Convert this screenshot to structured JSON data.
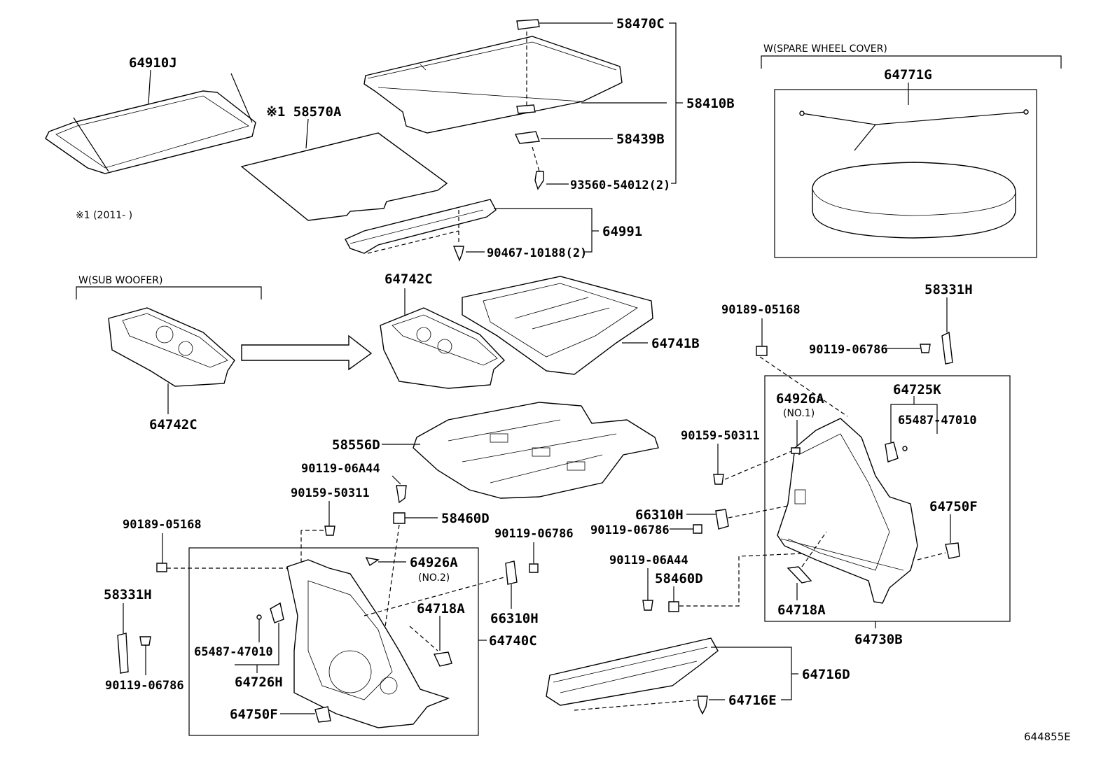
{
  "diagram_id": "644855E",
  "parts": {
    "p64910J": "64910J",
    "p58570A": "※1 58570A",
    "note1": "※1 (2011-      )",
    "p58470C": "58470C",
    "p58410B": "58410B",
    "p58439B": "58439B",
    "p93560": "93560-54012(2)",
    "p64991": "64991",
    "p90467": "90467-10188(2)",
    "subwoofer_group": "W(SUB WOOFER)",
    "p64742C_a": "64742C",
    "p64742C_b": "64742C",
    "p64741B": "64741B",
    "spare_group": "W(SPARE WHEEL COVER)",
    "p64771G": "64771G",
    "p90189_r": "90189-05168",
    "p58331H_r": "58331H",
    "p90119_06786_r": "90119-06786",
    "p64926A_r": "64926A",
    "p64926A_r_sub": "(NO.1)",
    "p64725K": "64725K",
    "p65487_r": "65487-47010",
    "p90159_r": "90159-50311",
    "p58556D": "58556D",
    "p90119_06A44_l": "90119-06A44",
    "p90159_l": "90159-50311",
    "p58460D_l": "58460D",
    "p90189_l": "90189-05168",
    "p64926A_l": "64926A",
    "p64926A_l_sub": "(NO.2)",
    "p66310H_r": "66310H",
    "p90119_06786_m": "90119-06786",
    "p64750F_r": "64750F",
    "p90119_06786_l2": "90119-06786",
    "p58331H_l": "58331H",
    "p64718A_l": "64718A",
    "p66310H_l": "66310H",
    "p90119_06A44_r": "90119-06A44",
    "p58460D_r": "58460D",
    "p64718A_r": "64718A",
    "p64730B": "64730B",
    "p64740C": "64740C",
    "p65487_l": "65487-47010",
    "p64726H": "64726H",
    "p90119_06786_bl": "90119-06786",
    "p64716D": "64716D",
    "p64716E": "64716E",
    "p64750F_l": "64750F"
  }
}
